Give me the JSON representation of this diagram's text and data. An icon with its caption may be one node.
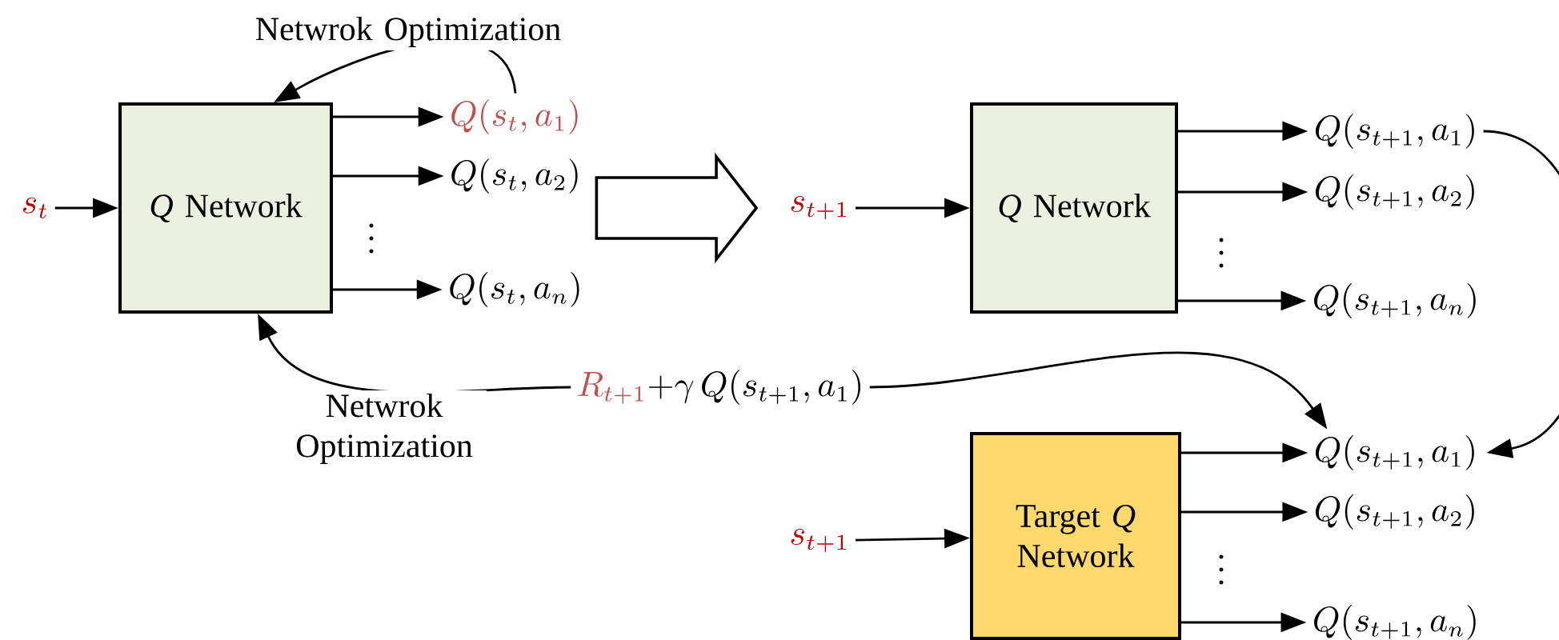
{
  "diagram": {
    "nodes": [
      {
        "text": [
          "s_t"
        ]
      },
      {
        "text": [
          "*Q* Network"
        ]
      },
      {
        "text": [
          "Q(s_t,a_1)"
        ]
      },
      {
        "text": [
          "Q(s_t,a_2)"
        ]
      },
      {
        "text": [
          "Q(s_t,a_n)"
        ]
      },
      {
        "text": [
          "s_{t+1}"
        ]
      },
      {
        "text": [
          "*Q* Network"
        ]
      },
      {
        "text": [
          "Q(s_{t+1},a_1)"
        ]
      },
      {
        "text": [
          "Q(s_{t+1},a_2)"
        ]
      },
      {
        "text": [
          "Q(s_{t+1},a_n)"
        ]
      },
      {
        "text": [
          "{\\color[HTML]{C0504D}R_{t+1}}{+}\\gamma\\, Q(s_{t+1},a_1)"
        ]
      },
      {
        "text": [
          "s_{t+1}"
        ]
      },
      {
        "text": [
          "Target *Q* Network"
        ]
      },
      {
        "text": [
          "Q(s_{t+1},a_1)"
        ]
      },
      {
        "text": [
          "Q(s_{t+1},a_2)"
        ]
      },
      {
        "text": [
          "Q(s_{t+1},a_n)"
        ]
      }
    ],
    "edges": [
      {
        "from": 0,
        "to": 1,
        "arrow": "to"
      },
      {
        "from": 1,
        "to": 2,
        "arrow": "to"
      },
      {
        "from": 1,
        "to": 3,
        "arrow": "to"
      },
      {
        "from": 1,
        "to": 4,
        "arrow": "to"
      },
      {
        "from": 2,
        "to": 1,
        "arrow": "to",
        "label": "Netwrok Optimization"
      },
      {
        "from": 3,
        "to": 5,
        "arrow": "to",
        "style": "thick"
      },
      {
        "from": 5,
        "to": 6,
        "arrow": "to"
      },
      {
        "from": 6,
        "to": 7,
        "arrow": "to"
      },
      {
        "from": 6,
        "to": 8,
        "arrow": "to"
      },
      {
        "from": 6,
        "to": 9,
        "arrow": "to"
      },
      {
        "from": 7,
        "to": 13,
        "arrow": "to"
      },
      {
        "from": 10,
        "to": 1,
        "arrow": "to",
        "label": "Netwrok Optimization"
      },
      {
        "from": 10,
        "to": 13,
        "arrow": "to"
      },
      {
        "from": 11,
        "to": 12,
        "arrow": "to"
      },
      {
        "from": 12,
        "to": 13,
        "arrow": "to"
      },
      {
        "from": 12,
        "to": 14,
        "arrow": "to"
      },
      {
        "from": 12,
        "to": 15,
        "arrow": "to"
      }
    ],
    "labels": [
      "\\vdots",
      "\\vdots",
      "\\vdots"
    ]
  }
}
